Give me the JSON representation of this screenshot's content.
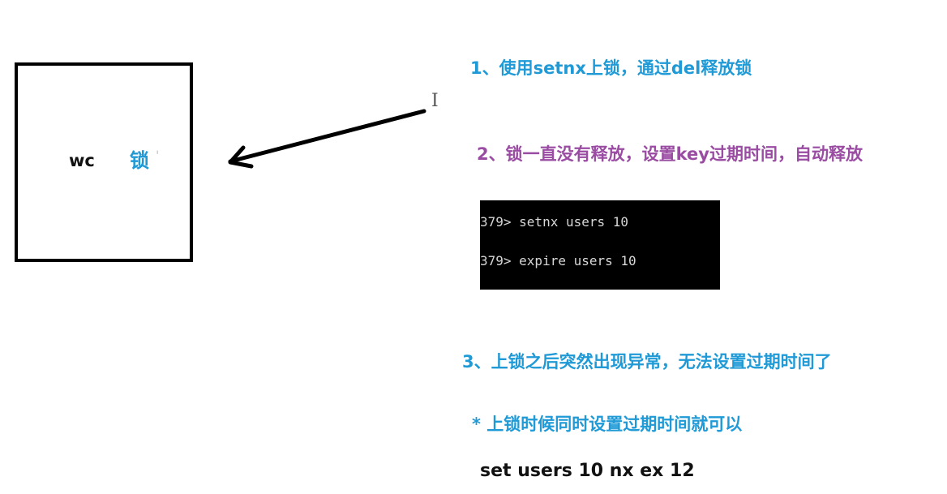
{
  "diagram": {
    "box_label": "wc",
    "box_lock": "锁",
    "box_faint": "'"
  },
  "cursor_glyph": "I",
  "notes": {
    "step1": "1、使用setnx上锁，通过del释放锁",
    "step2": "2、锁一直没有释放，设置key过期时间，自动释放",
    "step3": "3、上锁之后突然出现异常，无法设置过期时间了",
    "tip": "* 上锁时候同时设置过期时间就可以"
  },
  "terminal": {
    "lines": [
      "379> setnx users 10",
      "379> expire users 10"
    ]
  },
  "final_command": "set users 10 nx ex 12",
  "colors": {
    "blue": "#1f9ad6",
    "purple": "#9a4ca3",
    "black": "#000000"
  }
}
